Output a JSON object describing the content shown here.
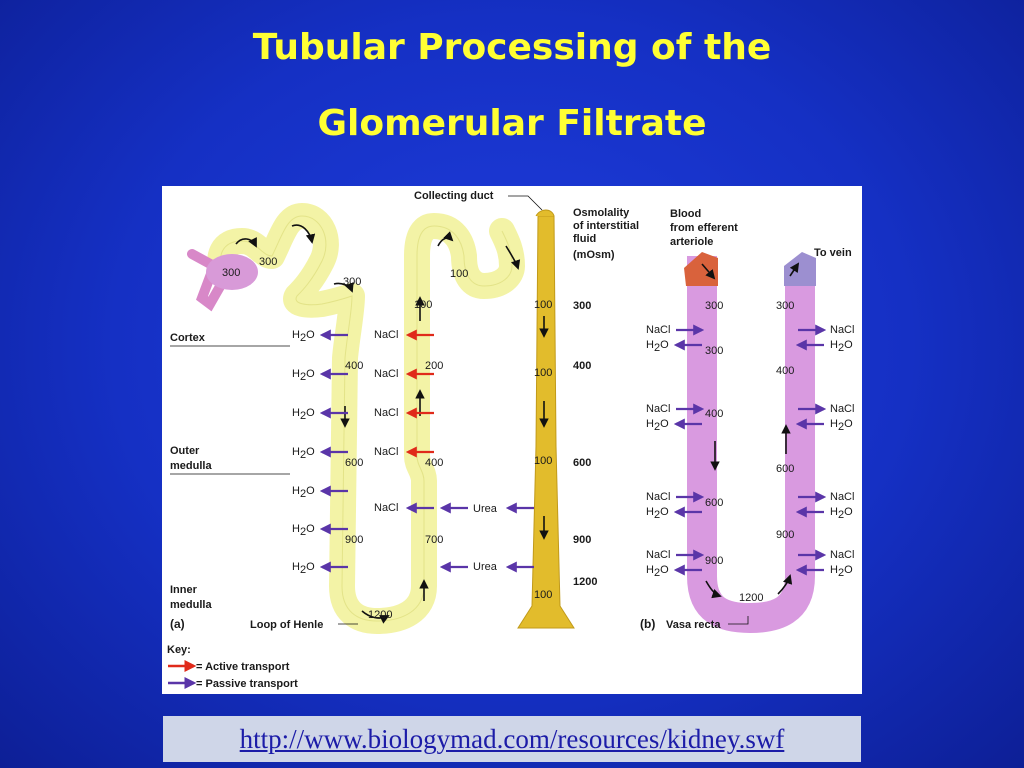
{
  "slide": {
    "title_line1": "Tubular Processing of the",
    "title_line2": "Glomerular Filtrate",
    "link": "http://www.biologymad.com/resources/kidney.swf"
  },
  "colors": {
    "background": "#1530c4",
    "title": "#ffff33",
    "tubule": "#f3f3a6",
    "collecting_duct": "#e2bc2c",
    "active_arrow": "#e02a1a",
    "passive_arrow": "#5a35a8",
    "link_box": "#cfd6e8",
    "link_text": "#1c1ca8"
  },
  "diagram": {
    "panel_a": {
      "label": "(a)",
      "collecting_duct_label": "Collecting duct",
      "osmolality_label": [
        "Osmolality",
        "of interstitial",
        "fluid",
        "(mOsm)"
      ],
      "interstitial_values": [
        "300",
        "400",
        "600",
        "900",
        "1200"
      ],
      "region_labels": {
        "cortex": "Cortex",
        "outer_medulla": [
          "Outer",
          "medulla"
        ],
        "inner_medulla": [
          "Inner",
          "medulla"
        ]
      },
      "loop_label": "Loop of Henle",
      "tubule_values": {
        "bowman": "300",
        "pct": "300",
        "pct_end": "300",
        "desc": [
          "400",
          "600",
          "900"
        ],
        "bottom": "1200",
        "asc": [
          "100",
          "200",
          "400",
          "700"
        ],
        "dct": "100",
        "duct": [
          "100",
          "100",
          "100",
          "100"
        ]
      },
      "water": {
        "H": "H",
        "sub": "2",
        "O": "O"
      },
      "nacl": "NaCl",
      "urea": "Urea"
    },
    "panel_b": {
      "label": "(b)",
      "vasa_label": "Vasa recta",
      "blood_label": [
        "Blood",
        "from efferent",
        "arteriole"
      ],
      "vein_label": "To vein",
      "left_values": [
        "300",
        "300",
        "400",
        "600",
        "900"
      ],
      "bottom_value": "1200",
      "right_values": [
        "300",
        "400",
        "600",
        "900"
      ]
    },
    "key": {
      "heading": "Key:",
      "active": "= Active transport",
      "passive": "= Passive transport"
    }
  }
}
